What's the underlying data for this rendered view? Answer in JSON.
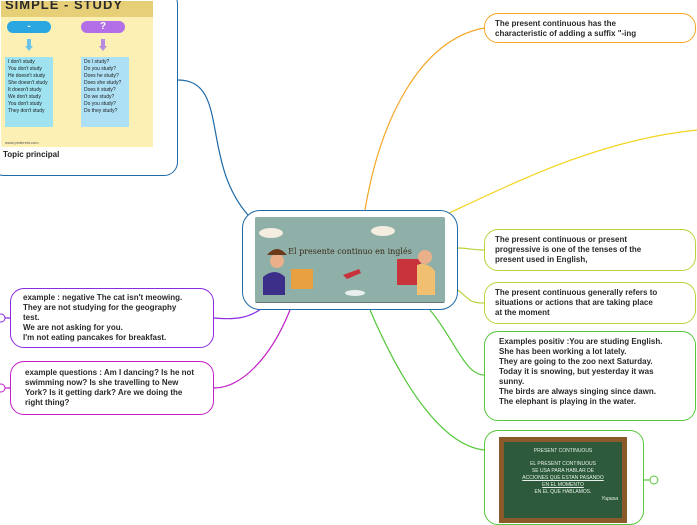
{
  "central": {
    "title": "El presente continuo en inglés"
  },
  "topic": {
    "banner": "SIMPLE - STUDY",
    "neg_symbol": "-",
    "q_symbol": "?",
    "negative_list": [
      "I don't study",
      "You don't study",
      "He doesn't study",
      "She doesn't study",
      "It doesn't study",
      "We don't study",
      "You don't study",
      "They don't study"
    ],
    "question_list": [
      "Do I study?",
      "Do you study?",
      "Does he study?",
      "Does she study?",
      "Does it study?",
      "Do we study?",
      "Do you study?",
      "Do they study?"
    ],
    "footer": "www.pinterest.com",
    "label": "Topic principal"
  },
  "nodes": {
    "suffix": [
      "The present continuous has the",
      "characteristic of adding a suffix \"-ing"
    ],
    "progressive": [
      "The present continuous or present",
      "progressive is one of the tenses of the",
      "present used in English,"
    ],
    "situations": [
      "The present continuous generally refers to",
      "situations or actions that are taking place",
      "at the moment"
    ],
    "examples_positive": [
      "Examples positiv  :You are studing English.",
      "She has been working a lot lately.",
      "They are going to the zoo next Saturday.",
      "Today it is snowing, but yesterday it was",
      "sunny.",
      "The birds are always singing since dawn.",
      "The elephant is playing in the water."
    ],
    "example_negative": [
      "example : negative The cat isn't meowing.",
      "They are not studying for the geography",
      "test.",
      "We are not asking for you.",
      "I'm not eating pancakes for breakfast."
    ],
    "example_questions": [
      "example questions : Am I dancing? Is he not",
      "swimming now? Is she travelling to New",
      "York? Is it getting dark? Are we doing the",
      "right thing?"
    ]
  },
  "blackboard": {
    "heading": "PRESENT CONTINUOUS",
    "lines": [
      "EL PRESENT CONTINUOUS",
      "SE USA PARA HABLAR DE",
      "ACCIONES QUE ESTAN PASANDO",
      "EN EL MOMENTO",
      "EN EL QUE HABLAMOS."
    ],
    "signature": "Yupasa"
  },
  "colors": {
    "center_border": "#1e6aa8",
    "orange": "#f5a623",
    "yellow": "#f5d31c",
    "lime": "#b8d43a",
    "green": "#54c83a",
    "purple": "#8a2be2",
    "magenta": "#c21ec8",
    "blue": "#1e6aa8"
  }
}
